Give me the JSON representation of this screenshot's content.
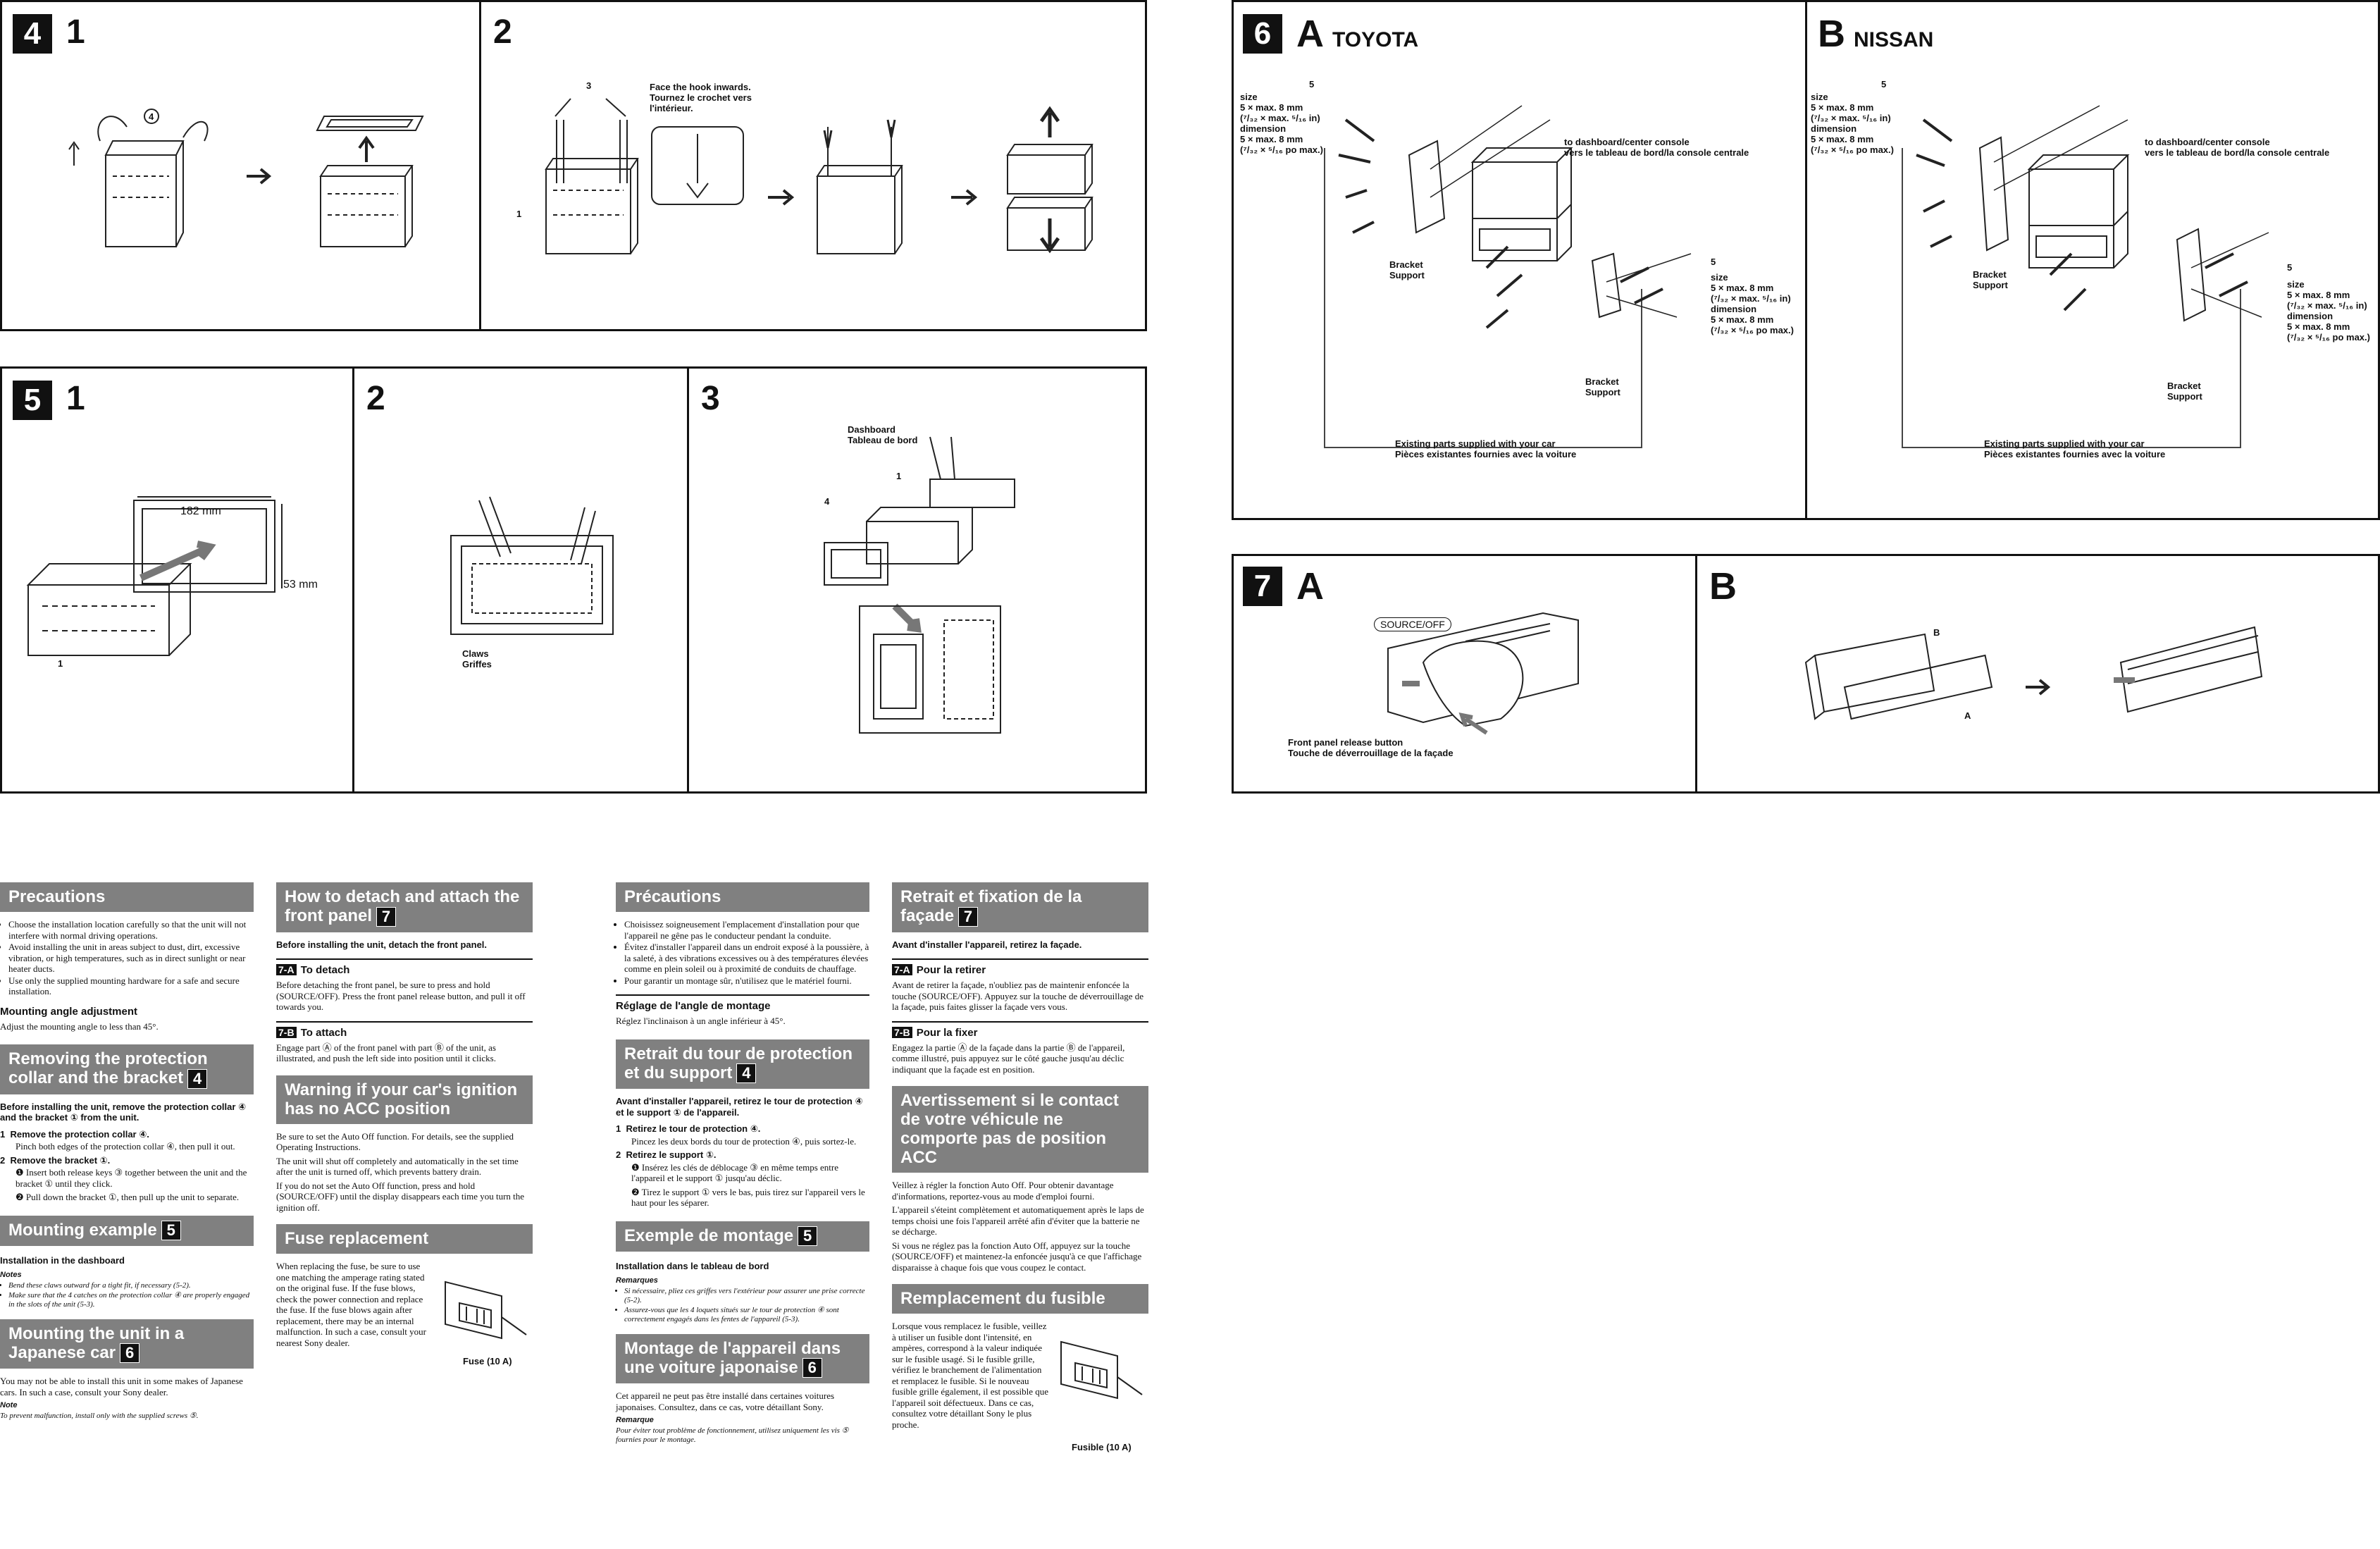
{
  "sections": {
    "s4": {
      "num": "4",
      "step1": "1",
      "step2": "2",
      "callout_4": "4",
      "callout_3": "3",
      "callout_1": "1",
      "hook_note": "Face the hook inwards.\nTournez le crochet vers\nl'intérieur."
    },
    "s5": {
      "num": "5",
      "step1": "1",
      "step2": "2",
      "step3": "3",
      "dim_width": "182 mm",
      "dim_height": "53 mm",
      "callout_1": "1",
      "claws": "Claws\nGriffes",
      "dashboard": "Dashboard\nTableau de bord",
      "callout_4": "4",
      "callout_1b": "1"
    },
    "s6": {
      "num": "6",
      "a_letter": "A",
      "a_brand": "TOYOTA",
      "b_letter": "B",
      "b_brand": "NISSAN",
      "size_top": "size\n5 × max. 8 mm\n(⁷/₃₂ × max. ⁵/₁₆ in)\ndimension\n5 × max. 8 mm\n(⁷/₃₂ × ⁵/₁₆ po max.)",
      "size_right": "size\n5 × max. 8 mm\n(⁷/₃₂ × max. ⁵/₁₆ in)\ndimension\n5 × max. 8 mm\n(⁷/₃₂ × ⁵/₁₆ po max.)",
      "to_dashboard": "to dashboard/center console\nvers le tableau de bord/la console centrale",
      "bracket": "Bracket\nSupport",
      "existing": "Existing parts supplied with your car\nPièces existantes fournies avec la voiture",
      "callout_5": "5"
    },
    "s7": {
      "num": "7",
      "a_letter": "A",
      "b_letter": "B",
      "source_off": "SOURCE/OFF",
      "release": "Front panel release button\nTouche de déverrouillage de la façade",
      "callout_B": "B",
      "callout_A": "A"
    }
  },
  "en": {
    "precautions_title": "Precautions",
    "precautions_items": [
      "Choose the installation location carefully so that the unit will not interfere with normal driving operations.",
      "Avoid installing the unit in areas subject to dust, dirt, excessive vibration, or high temperatures, such as in direct sunlight or near heater ducts.",
      "Use only the supplied mounting hardware for a safe and secure installation."
    ],
    "angle_title": "Mounting angle adjustment",
    "angle_text": "Adjust the mounting angle to less than 45°.",
    "removing_title": "Removing the protection collar and the bracket",
    "removing_num": "4",
    "removing_intro": "Before installing the unit, remove the protection collar ④ and the bracket ① from the unit.",
    "removing_step1_num": "1",
    "removing_step1": "Remove the protection collar ④.",
    "removing_step1_detail": "Pinch both edges of the protection collar ④, then pull it out.",
    "removing_step2_num": "2",
    "removing_step2": "Remove the bracket ①.",
    "removing_step2_a": "❶ Insert both release keys ③ together between the unit and the bracket ① until they click.",
    "removing_step2_b": "❷ Pull down the bracket ①, then pull up the unit to separate.",
    "mounting_title": "Mounting example",
    "mounting_num": "5",
    "mounting_sub": "Installation in the dashboard",
    "notes_head": "Notes",
    "mounting_notes": [
      "Bend these claws outward for a tight fit, if necessary (5-2).",
      "Make sure that the 4 catches on the protection collar ④ are properly engaged in the slots of the unit (5-3)."
    ],
    "japanese_title": "Mounting the unit in a Japanese car",
    "japanese_num": "6",
    "japanese_text": "You may not be able to install this unit in some makes of Japanese cars. In such a case, consult your Sony dealer.",
    "note_head": "Note",
    "japanese_note": "To prevent malfunction, install only with the supplied screws ⑤.",
    "detach_title": "How to detach and attach the front panel",
    "detach_num": "7",
    "detach_intro": "Before installing the unit, detach the front panel.",
    "detach_a_tag": "7-A",
    "detach_a_title": "To detach",
    "detach_a_text": "Before detaching the front panel, be sure to press and hold (SOURCE/OFF). Press the front panel release button, and pull it off towards you.",
    "detach_b_tag": "7-B",
    "detach_b_title": "To attach",
    "detach_b_text": "Engage part Ⓐ of the front panel with part Ⓑ of the unit, as illustrated, and push the left side into position until it clicks.",
    "warning_title": "Warning if your car's ignition has no ACC position",
    "warning_text1": "Be sure to set the Auto Off function. For details, see the supplied Operating Instructions.",
    "warning_text2": "The unit will shut off completely and automatically in the set time after the unit is turned off, which prevents battery drain.",
    "warning_text3": "If you do not set the Auto Off function, press and hold (SOURCE/OFF) until the display disappears each time you turn the ignition off.",
    "fuse_title": "Fuse replacement",
    "fuse_text": "When replacing the fuse, be sure to use one matching the amperage rating stated on the original fuse. If the fuse blows, check the power connection and replace the fuse. If the fuse blows again after replacement, there may be an internal malfunction. In such a case, consult your nearest Sony dealer.",
    "fuse_label": "Fuse (10 A)"
  },
  "fr": {
    "precautions_title": "Précautions",
    "precautions_items": [
      "Choisissez soigneusement l'emplacement d'installation pour que l'appareil ne gêne pas le conducteur pendant la conduite.",
      "Évitez d'installer l'appareil dans un endroit exposé à la poussière, à la saleté, à des vibrations excessives ou à des températures élevées comme en plein soleil ou à proximité de conduits de chauffage.",
      "Pour garantir un montage sûr, n'utilisez que le matériel fourni."
    ],
    "angle_title": "Réglage de l'angle de montage",
    "angle_text": "Réglez l'inclinaison à un angle inférieur à 45°.",
    "removing_title": "Retrait du tour de protection et du support",
    "removing_num": "4",
    "removing_intro": "Avant d'installer l'appareil, retirez le tour de protection ④ et le support ① de l'appareil.",
    "removing_step1_num": "1",
    "removing_step1": "Retirez le tour de protection ④.",
    "removing_step1_detail": "Pincez les deux bords du tour de protection ④, puis sortez-le.",
    "removing_step2_num": "2",
    "removing_step2": "Retirez le support ①.",
    "removing_step2_a": "❶ Insérez les clés de déblocage ③ en même temps entre l'appareil et le support ① jusqu'au déclic.",
    "removing_step2_b": "❷ Tirez le support ① vers le bas, puis tirez sur l'appareil vers le haut pour les séparer.",
    "mounting_title": "Exemple de montage",
    "mounting_num": "5",
    "mounting_sub": "Installation dans le tableau de bord",
    "notes_head": "Remarques",
    "mounting_notes": [
      "Si nécessaire, pliez ces griffes vers l'extérieur pour assurer une prise correcte (5-2).",
      "Assurez-vous que les 4 loquets situés sur le tour de protection ④ sont correctement engagés dans les fentes de l'appareil (5-3)."
    ],
    "japanese_title": "Montage de l'appareil dans une voiture japonaise",
    "japanese_num": "6",
    "japanese_text": "Cet appareil ne peut pas être installé dans certaines voitures japonaises. Consultez, dans ce cas, votre détaillant Sony.",
    "note_head": "Remarque",
    "japanese_note": "Pour éviter tout problème de fonctionnement, utilisez uniquement les vis ⑤ fournies pour le montage.",
    "detach_title": "Retrait et fixation de la façade",
    "detach_num": "7",
    "detach_intro": "Avant d'installer l'appareil, retirez la façade.",
    "detach_a_tag": "7-A",
    "detach_a_title": "Pour la retirer",
    "detach_a_text": "Avant de retirer la façade, n'oubliez pas de maintenir enfoncée la touche (SOURCE/OFF). Appuyez sur la touche de déverrouillage de la façade, puis faites glisser la façade vers vous.",
    "detach_b_tag": "7-B",
    "detach_b_title": "Pour la fixer",
    "detach_b_text": "Engagez la partie Ⓐ de la façade dans la partie Ⓑ de l'appareil, comme illustré, puis appuyez sur le côté gauche jusqu'au déclic indiquant que la façade est en position.",
    "warning_title": "Avertissement si le contact de votre véhicule ne comporte pas de position ACC",
    "warning_text1": "Veillez à régler la fonction Auto Off. Pour obtenir davantage d'informations, reportez-vous au mode d'emploi fourni.",
    "warning_text2": "L'appareil s'éteint complètement et automatiquement après le laps de temps choisi une fois l'appareil arrêté afin d'éviter que la batterie ne se décharge.",
    "warning_text3": "Si vous ne réglez pas la fonction Auto Off, appuyez sur la touche (SOURCE/OFF) et maintenez-la enfoncée jusqu'à ce que l'affichage disparaisse à chaque fois que vous coupez le contact.",
    "fuse_title": "Remplacement du fusible",
    "fuse_text": "Lorsque vous remplacez le fusible, veillez à utiliser un fusible dont l'intensité, en ampères, correspond à la valeur indiquée sur le fusible usagé. Si le fusible grille, vérifiez le branchement de l'alimentation et remplacez le fusible. Si le nouveau fusible grille également, il est possible que l'appareil soit défectueux. Dans ce cas, consultez votre détaillant Sony le plus proche.",
    "fuse_label": "Fusible (10 A)"
  }
}
